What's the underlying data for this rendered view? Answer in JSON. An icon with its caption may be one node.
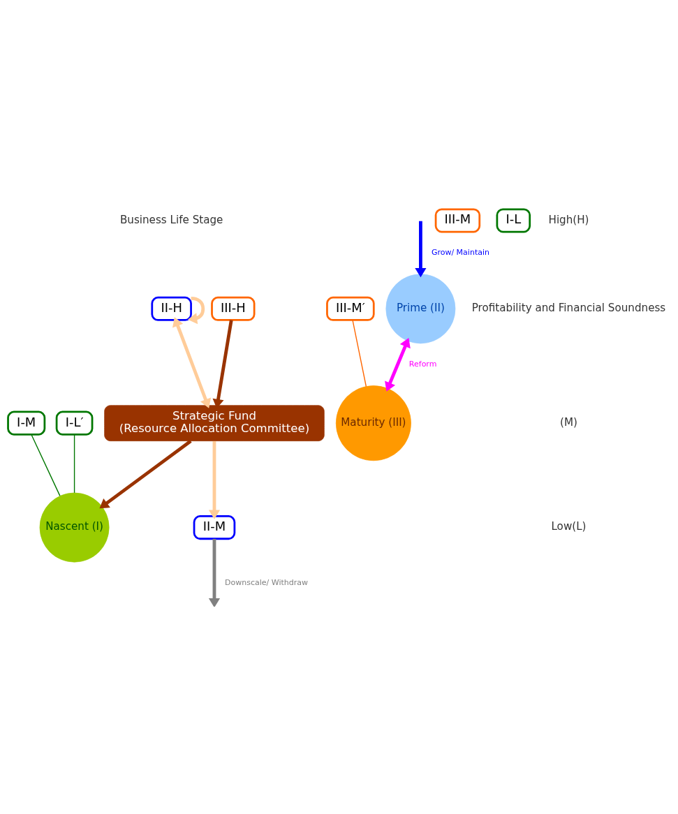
{
  "diagram": {
    "nodes": [
      {
        "text": [
          "Nascent (I)"
        ]
      },
      {
        "text": [
          "Prime (II)"
        ]
      },
      {
        "text": [
          "Maturity (III)"
        ]
      },
      {
        "text": [
          "II-H"
        ]
      },
      {
        "text": [
          "III-H"
        ]
      },
      {
        "text": [
          "III-M"
        ]
      },
      {
        "text": [
          "I-M"
        ]
      },
      {
        "text": [
          "II-M"
        ]
      },
      {
        "text": [
          "III-M′"
        ]
      },
      {
        "text": [
          "I-L"
        ]
      },
      {
        "text": [
          "I-L′"
        ]
      },
      {
        "text": [
          "Strategic Fund",
          "(Resource Allocation Committee)"
        ]
      }
    ],
    "edges": [
      {
        "from": 11,
        "to": 0,
        "arrow": "to",
        "color": "#993300"
      },
      {
        "from": 4,
        "to": 11,
        "arrow": "to",
        "color": "#993300"
      },
      {
        "from": 3,
        "to": 11,
        "arrow": "both",
        "color": "#ffcc99"
      },
      {
        "from": 11,
        "to": 7,
        "arrow": "to",
        "color": "#ffcc99"
      },
      {
        "from": 3,
        "to": 3,
        "arrow": "to",
        "color": "#ffcc99"
      },
      {
        "from": null,
        "to": 1,
        "arrow": "to",
        "label": "Grow/ Maintain",
        "color": "#0000ff"
      },
      {
        "from": 1,
        "to": 2,
        "arrow": "both",
        "label": "Reform",
        "color": "#ff00ff"
      },
      {
        "from": 7,
        "to": null,
        "arrow": "to",
        "label": "Downscale/ Withdraw",
        "color": "#808080"
      },
      {
        "from": 6,
        "to": 0,
        "arrow": "none",
        "color": "#007700"
      },
      {
        "from": 10,
        "to": 0,
        "arrow": "none",
        "color": "#007700"
      },
      {
        "from": 8,
        "to": 2,
        "arrow": "none",
        "color": "#ff6600"
      }
    ],
    "labels": [
      "Business Life Stage",
      "High(H)",
      "Profitability and Financial Soundness",
      "(M)",
      "Low(L)"
    ]
  }
}
